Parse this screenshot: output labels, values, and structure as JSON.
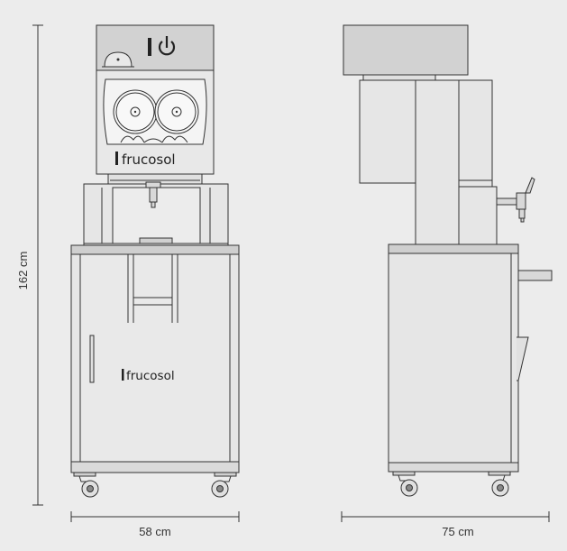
{
  "dimensions": {
    "height": "162 cm",
    "front_width": "58 cm",
    "side_width": "75 cm"
  },
  "branding": {
    "name": "frucosol"
  },
  "icons": {
    "power": "power-icon"
  },
  "colors": {
    "background": "#ececec",
    "line": "#333333",
    "top_panel": "#d2d2d2",
    "body_fill": "#e6e6e6",
    "counter_top": "#cfcfcf"
  }
}
